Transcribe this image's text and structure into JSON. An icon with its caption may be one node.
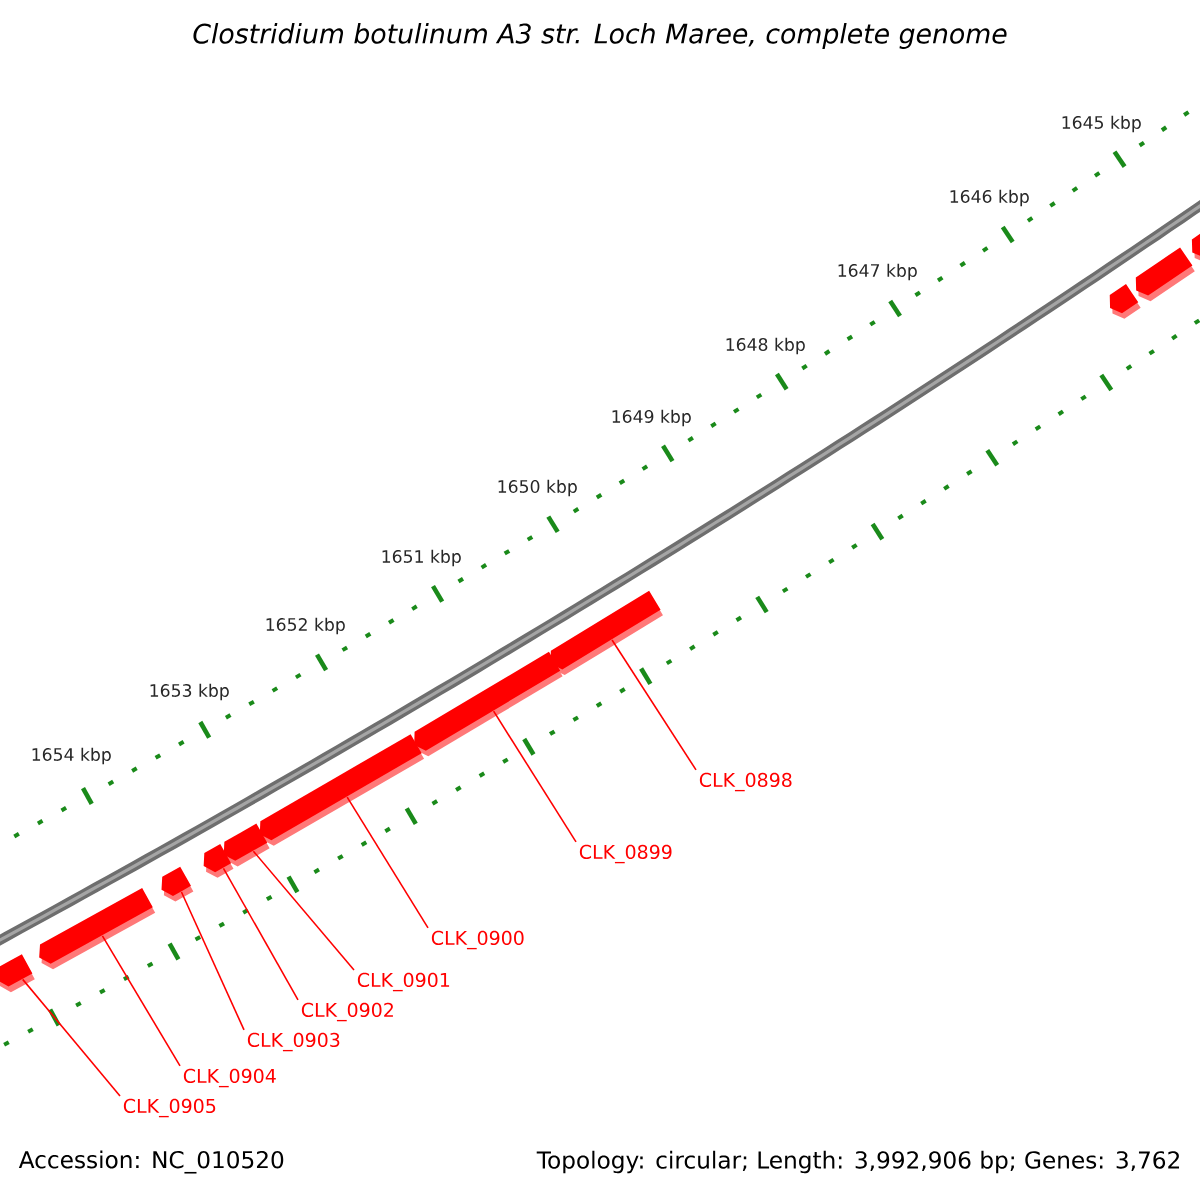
{
  "diagram": {
    "title": "Clostridium botulinum A3 str. Loch Maree, complete genome",
    "nodes": [
      {
        "text": [
          "CLK_0898"
        ]
      },
      {
        "text": [
          "CLK_0899"
        ]
      },
      {
        "text": [
          "CLK_0900"
        ]
      },
      {
        "text": [
          "CLK_0901"
        ]
      },
      {
        "text": [
          "CLK_0902"
        ]
      },
      {
        "text": [
          "CLK_0903"
        ]
      },
      {
        "text": [
          "CLK_0904"
        ]
      },
      {
        "text": [
          "CLK_0905"
        ]
      },
      {
        "text": [],
        "shape": "bar"
      },
      {
        "text": [],
        "shape": "bar"
      },
      {
        "text": [],
        "shape": "bar"
      },
      {
        "text": [],
        "shape": "bar"
      },
      {
        "text": [],
        "shape": "bar"
      },
      {
        "text": [],
        "shape": "bar"
      },
      {
        "text": [],
        "shape": "bar"
      },
      {
        "text": [],
        "shape": "bar"
      },
      {
        "text": [],
        "shape": "bar"
      },
      {
        "text": [],
        "shape": "bar"
      },
      {
        "text": [],
        "shape": "bar"
      }
    ],
    "edges": [
      {
        "from": 0,
        "to": 8,
        "arrow": "none"
      },
      {
        "from": 1,
        "to": 9,
        "arrow": "none"
      },
      {
        "from": 2,
        "to": 10,
        "arrow": "none"
      },
      {
        "from": 3,
        "to": 11,
        "arrow": "none"
      },
      {
        "from": 4,
        "to": 12,
        "arrow": "none"
      },
      {
        "from": 5,
        "to": 13,
        "arrow": "none"
      },
      {
        "from": 6,
        "to": 14,
        "arrow": "none"
      },
      {
        "from": 7,
        "to": 15,
        "arrow": "none"
      }
    ],
    "labels": [
      "1645 kbp",
      "1646 kbp",
      "1647 kbp",
      "1648 kbp",
      "1649 kbp",
      "1650 kbp",
      "1651 kbp",
      "1652 kbp",
      "1653 kbp",
      "1654 kbp",
      "Accession: NC_010520",
      "Topology: circular; Length: 3,992,906 bp; Genes: 3,762"
    ]
  }
}
